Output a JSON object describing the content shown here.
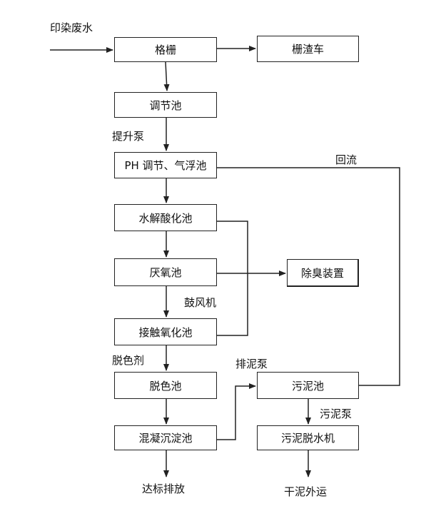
{
  "nodes": {
    "grating": "格栅",
    "residue_truck": "栅渣车",
    "regulating_tank": "调节池",
    "ph_flotation_tank": "PH 调节、气浮池",
    "hydrolysis_tank": "水解酸化池",
    "anoxic_tank": "厌氧池",
    "deodorization_device": "除臭装置",
    "contact_oxidation_tank": "接触氧化池",
    "decolor_tank": "脱色池",
    "coag_settling_tank": "混凝沉淀池",
    "sludge_tank": "污泥池",
    "sludge_dewater": "污泥脱水机"
  },
  "labels": {
    "input": "印染废水",
    "lift_pump": "提升泵",
    "reflux": "回流",
    "blower": "鼓风机",
    "decolor_agent": "脱色剂",
    "sludge_pump_1": "排泥泵",
    "sludge_pump_2": "污泥泵",
    "discharge": "达标排放",
    "dry_sludge": "干泥外运"
  }
}
